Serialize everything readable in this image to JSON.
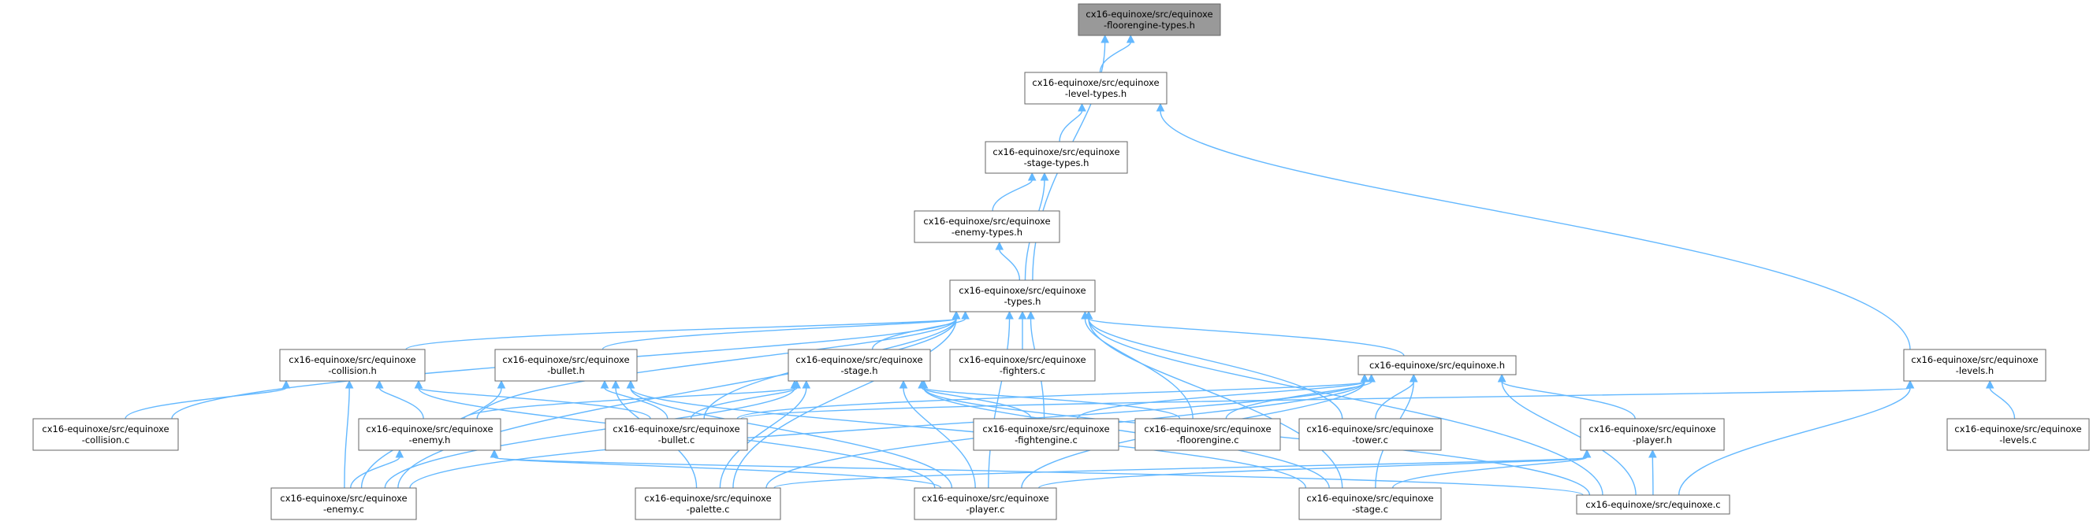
{
  "graph": {
    "root": "floorengine_types",
    "nodes": [
      {
        "id": "floorengine_types",
        "lines": [
          "cx16-equinoxe/src/equinoxe",
          "-floorengine-types.h"
        ]
      },
      {
        "id": "level_types",
        "lines": [
          "cx16-equinoxe/src/equinoxe",
          "-level-types.h"
        ]
      },
      {
        "id": "stage_types",
        "lines": [
          "cx16-equinoxe/src/equinoxe",
          "-stage-types.h"
        ]
      },
      {
        "id": "enemy_types",
        "lines": [
          "cx16-equinoxe/src/equinoxe",
          "-enemy-types.h"
        ]
      },
      {
        "id": "types",
        "lines": [
          "cx16-equinoxe/src/equinoxe",
          "-types.h"
        ]
      },
      {
        "id": "collision_h",
        "lines": [
          "cx16-equinoxe/src/equinoxe",
          "-collision.h"
        ]
      },
      {
        "id": "bullet_h",
        "lines": [
          "cx16-equinoxe/src/equinoxe",
          "-bullet.h"
        ]
      },
      {
        "id": "stage_h",
        "lines": [
          "cx16-equinoxe/src/equinoxe",
          "-stage.h"
        ]
      },
      {
        "id": "fighters_c",
        "lines": [
          "cx16-equinoxe/src/equinoxe",
          "-fighters.c"
        ]
      },
      {
        "id": "equinoxe_h",
        "lines": [
          "cx16-equinoxe/src/equinoxe.h"
        ]
      },
      {
        "id": "levels_h",
        "lines": [
          "cx16-equinoxe/src/equinoxe",
          "-levels.h"
        ]
      },
      {
        "id": "collision_c",
        "lines": [
          "cx16-equinoxe/src/equinoxe",
          "-collision.c"
        ]
      },
      {
        "id": "enemy_h",
        "lines": [
          "cx16-equinoxe/src/equinoxe",
          "-enemy.h"
        ]
      },
      {
        "id": "bullet_c",
        "lines": [
          "cx16-equinoxe/src/equinoxe",
          "-bullet.c"
        ]
      },
      {
        "id": "fightengine_c",
        "lines": [
          "cx16-equinoxe/src/equinoxe",
          "-fightengine.c"
        ]
      },
      {
        "id": "floorengine_c",
        "lines": [
          "cx16-equinoxe/src/equinoxe",
          "-floorengine.c"
        ]
      },
      {
        "id": "tower_c",
        "lines": [
          "cx16-equinoxe/src/equinoxe",
          "-tower.c"
        ]
      },
      {
        "id": "player_h",
        "lines": [
          "cx16-equinoxe/src/equinoxe",
          "-player.h"
        ]
      },
      {
        "id": "levels_c",
        "lines": [
          "cx16-equinoxe/src/equinoxe",
          "-levels.c"
        ]
      },
      {
        "id": "enemy_c",
        "lines": [
          "cx16-equinoxe/src/equinoxe",
          "-enemy.c"
        ]
      },
      {
        "id": "palette_c",
        "lines": [
          "cx16-equinoxe/src/equinoxe",
          "-palette.c"
        ]
      },
      {
        "id": "player_c",
        "lines": [
          "cx16-equinoxe/src/equinoxe",
          "-player.c"
        ]
      },
      {
        "id": "stage_c",
        "lines": [
          "cx16-equinoxe/src/equinoxe",
          "-stage.c"
        ]
      },
      {
        "id": "equinoxe_c",
        "lines": [
          "cx16-equinoxe/src/equinoxe.c"
        ]
      }
    ],
    "edges": [
      [
        "level_types",
        "floorengine_types"
      ],
      [
        "types",
        "floorengine_types"
      ],
      [
        "stage_types",
        "level_types"
      ],
      [
        "levels_h",
        "level_types"
      ],
      [
        "enemy_types",
        "stage_types"
      ],
      [
        "types",
        "stage_types"
      ],
      [
        "types",
        "enemy_types"
      ],
      [
        "collision_h",
        "types"
      ],
      [
        "bullet_h",
        "types"
      ],
      [
        "stage_h",
        "types"
      ],
      [
        "fighters_c",
        "types"
      ],
      [
        "equinoxe_h",
        "types"
      ],
      [
        "collision_c",
        "types"
      ],
      [
        "enemy_h",
        "types"
      ],
      [
        "bullet_c",
        "types"
      ],
      [
        "fightengine_c",
        "types"
      ],
      [
        "floorengine_c",
        "types"
      ],
      [
        "tower_c",
        "types"
      ],
      [
        "enemy_c",
        "types"
      ],
      [
        "palette_c",
        "types"
      ],
      [
        "player_c",
        "types"
      ],
      [
        "stage_c",
        "types"
      ],
      [
        "equinoxe_c",
        "types"
      ],
      [
        "collision_c",
        "collision_h"
      ],
      [
        "enemy_h",
        "collision_h"
      ],
      [
        "bullet_c",
        "collision_h"
      ],
      [
        "enemy_c",
        "collision_h"
      ],
      [
        "player_c",
        "collision_h"
      ],
      [
        "bullet_c",
        "bullet_h"
      ],
      [
        "enemy_c",
        "bullet_h"
      ],
      [
        "palette_c",
        "bullet_h"
      ],
      [
        "player_c",
        "bullet_h"
      ],
      [
        "stage_c",
        "bullet_h"
      ],
      [
        "enemy_h",
        "stage_h"
      ],
      [
        "bullet_c",
        "stage_h"
      ],
      [
        "fightengine_c",
        "stage_h"
      ],
      [
        "floorengine_c",
        "stage_h"
      ],
      [
        "enemy_c",
        "stage_h"
      ],
      [
        "palette_c",
        "stage_h"
      ],
      [
        "player_c",
        "stage_h"
      ],
      [
        "stage_c",
        "stage_h"
      ],
      [
        "equinoxe_c",
        "stage_h"
      ],
      [
        "bullet_c",
        "equinoxe_h"
      ],
      [
        "fightengine_c",
        "equinoxe_h"
      ],
      [
        "floorengine_c",
        "equinoxe_h"
      ],
      [
        "tower_c",
        "equinoxe_h"
      ],
      [
        "player_h",
        "equinoxe_h"
      ],
      [
        "enemy_c",
        "equinoxe_h"
      ],
      [
        "palette_c",
        "equinoxe_h"
      ],
      [
        "player_c",
        "equinoxe_h"
      ],
      [
        "stage_c",
        "equinoxe_h"
      ],
      [
        "equinoxe_c",
        "equinoxe_h"
      ],
      [
        "levels_c",
        "levels_h"
      ],
      [
        "bullet_c",
        "levels_h"
      ],
      [
        "equinoxe_c",
        "levels_h"
      ],
      [
        "enemy_c",
        "enemy_h"
      ],
      [
        "player_c",
        "enemy_h"
      ],
      [
        "equinoxe_c",
        "enemy_h"
      ],
      [
        "player_c",
        "player_h"
      ],
      [
        "palette_c",
        "player_h"
      ],
      [
        "stage_c",
        "player_h"
      ],
      [
        "equinoxe_c",
        "player_h"
      ]
    ]
  }
}
